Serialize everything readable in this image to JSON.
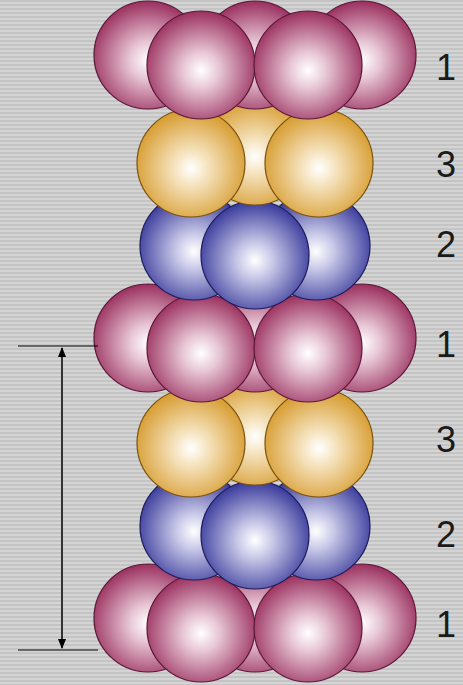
{
  "diagram": {
    "labels": [
      "1",
      "3",
      "2",
      "1",
      "3",
      "2",
      "1"
    ]
  }
}
